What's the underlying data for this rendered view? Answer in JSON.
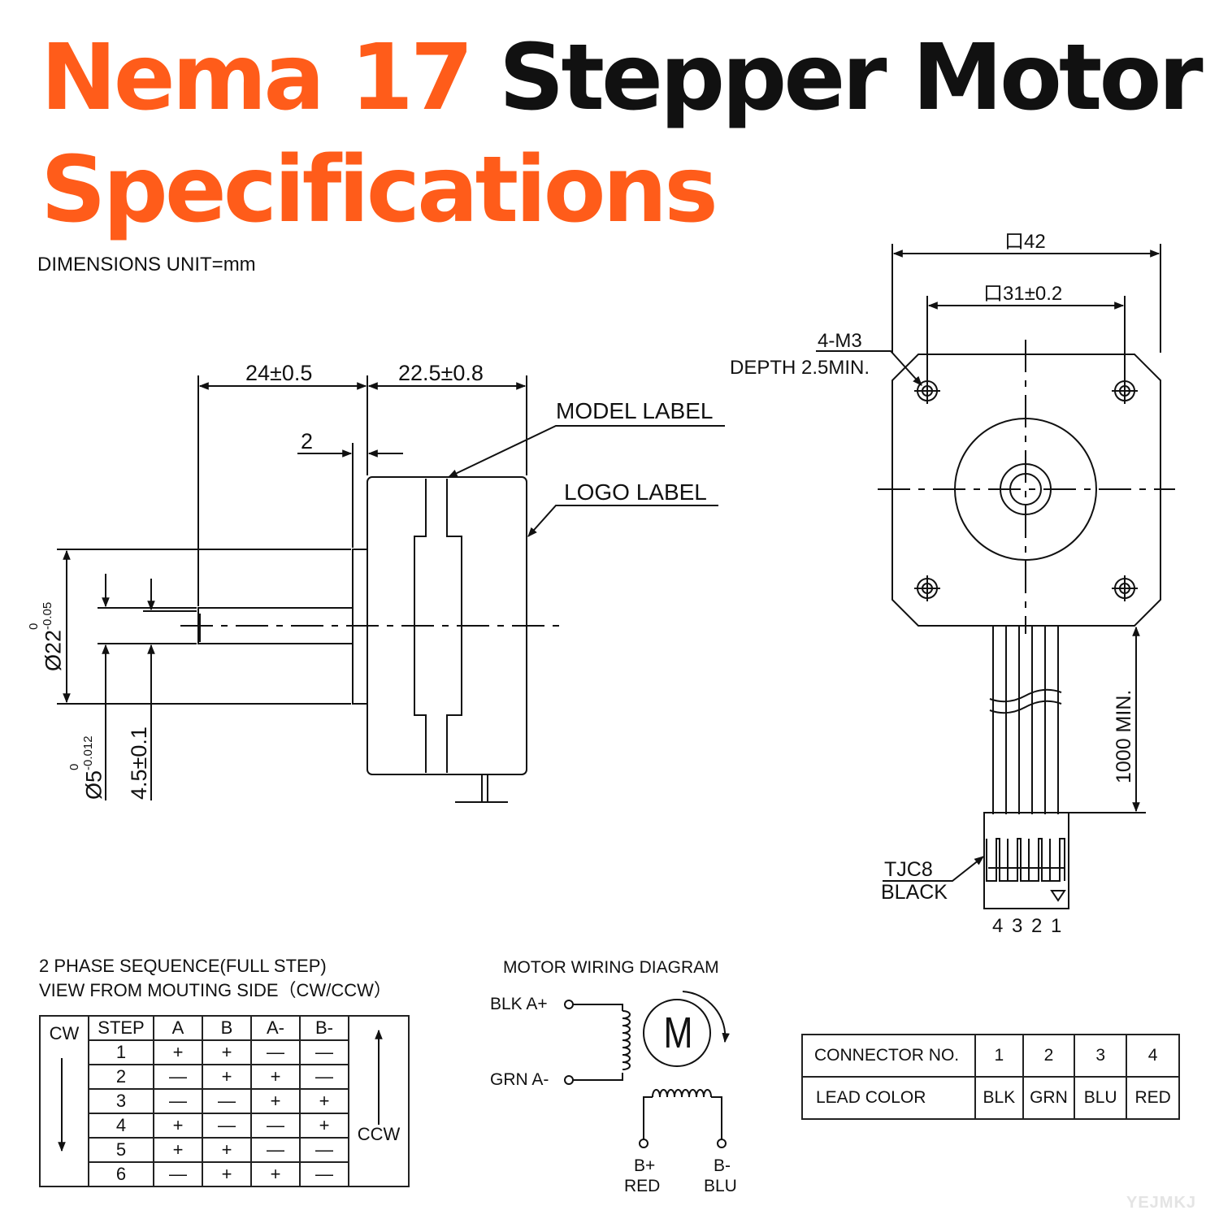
{
  "title": {
    "part1": "Nema 17",
    "part2": "Stepper Motor",
    "line2": "Specifications"
  },
  "units_note": "DIMENSIONS UNIT=mm",
  "colors": {
    "accent": "#ff5c1a",
    "ink": "#111111"
  },
  "side_view": {
    "dim_shaft": "24±0.5",
    "dim_body": "22.5±0.8",
    "dim_boss": "2",
    "model_label": "MODEL LABEL",
    "logo_label": "LOGO LABEL",
    "boss_dia": "Ø22",
    "boss_tol_upper": "0",
    "boss_tol_lower": "-0.05",
    "shaft_dia": "Ø5",
    "shaft_tol_upper": "0",
    "shaft_tol_lower": "-0.012",
    "flat_dim": "4.5±0.1"
  },
  "front_view": {
    "dim_outer": "口42",
    "dim_holes": "口31±0.2",
    "screw_spec": "4-M3",
    "screw_depth": "DEPTH 2.5MIN.",
    "cable_length": "1000 MIN.",
    "connector_type": "TJC8",
    "connector_color": "BLACK",
    "pin_numbers": "4 3 2 1"
  },
  "phase_sequence": {
    "title_line1": "2 PHASE SEQUENCE(FULL STEP)",
    "title_line2": "VIEW FROM MOUTING SIDE（CW/CCW）",
    "cw_label": "CW",
    "ccw_label": "CCW",
    "columns": [
      "STEP",
      "A",
      "B",
      "A-",
      "B-"
    ],
    "rows": [
      [
        "1",
        "+",
        "+",
        "—",
        "—"
      ],
      [
        "2",
        "—",
        "+",
        "+",
        "—"
      ],
      [
        "3",
        "—",
        "—",
        "+",
        "+"
      ],
      [
        "4",
        "+",
        "—",
        "—",
        "+"
      ],
      [
        "5",
        "+",
        "+",
        "—",
        "—"
      ],
      [
        "6",
        "—",
        "+",
        "+",
        "—"
      ]
    ]
  },
  "wiring": {
    "title": "MOTOR WIRING  DIAGRAM",
    "a_plus": "BLK  A+",
    "a_minus": "GRN  A-",
    "b_plus": "B+",
    "b_plus_color": "RED",
    "b_minus": "B-",
    "b_minus_color": "BLU",
    "motor_symbol": "M"
  },
  "connector_table": {
    "row1_label": "CONNECTOR NO.",
    "row1_values": [
      "1",
      "2",
      "3",
      "4"
    ],
    "row2_label": "LEAD COLOR",
    "row2_values": [
      "BLK",
      "GRN",
      "BLU",
      "RED"
    ]
  },
  "watermark": "YEJMKJ"
}
